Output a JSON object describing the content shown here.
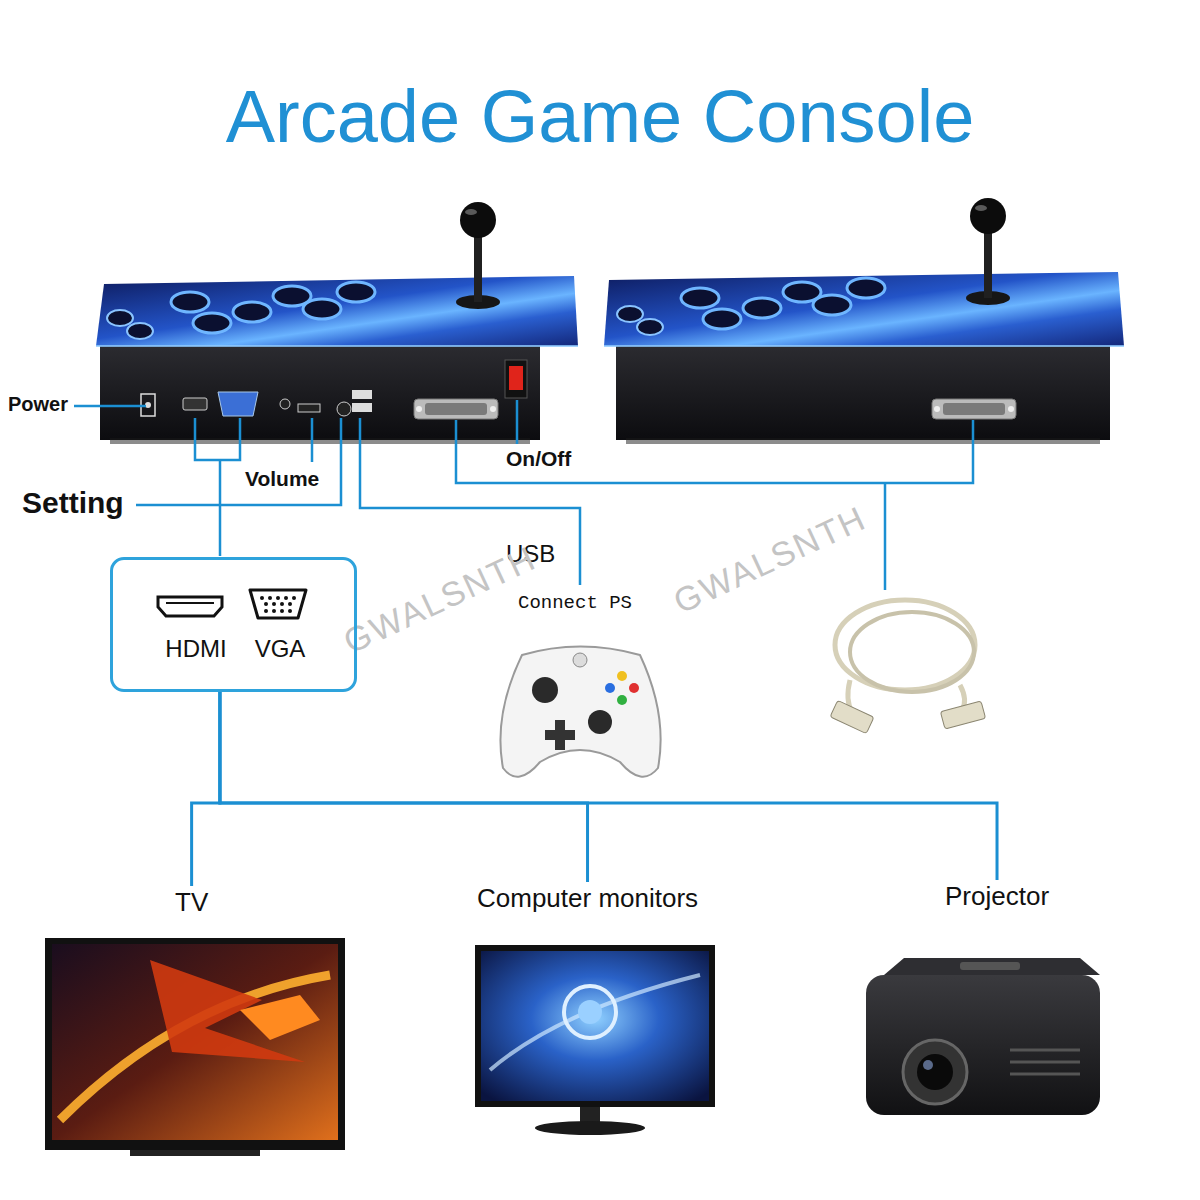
{
  "diagram": {
    "title": "Arcade Game Console",
    "nodes": [
      {
        "text": [
          "HDMI",
          "VGA"
        ]
      },
      {
        "text": [
          "TV"
        ]
      },
      {
        "text": [
          "Computer monitors"
        ]
      },
      {
        "text": [
          "Projector"
        ]
      }
    ],
    "edges": [
      {
        "from": 0,
        "to": 1,
        "arrow": "none"
      },
      {
        "from": 0,
        "to": 2,
        "arrow": "none"
      },
      {
        "from": 0,
        "to": 3,
        "arrow": "none"
      }
    ],
    "labels": [
      "Power",
      "On/Off",
      "Volume",
      "Setting",
      "USB",
      "Connect PS",
      "GWALSNTH",
      "GWALSNTH"
    ]
  }
}
